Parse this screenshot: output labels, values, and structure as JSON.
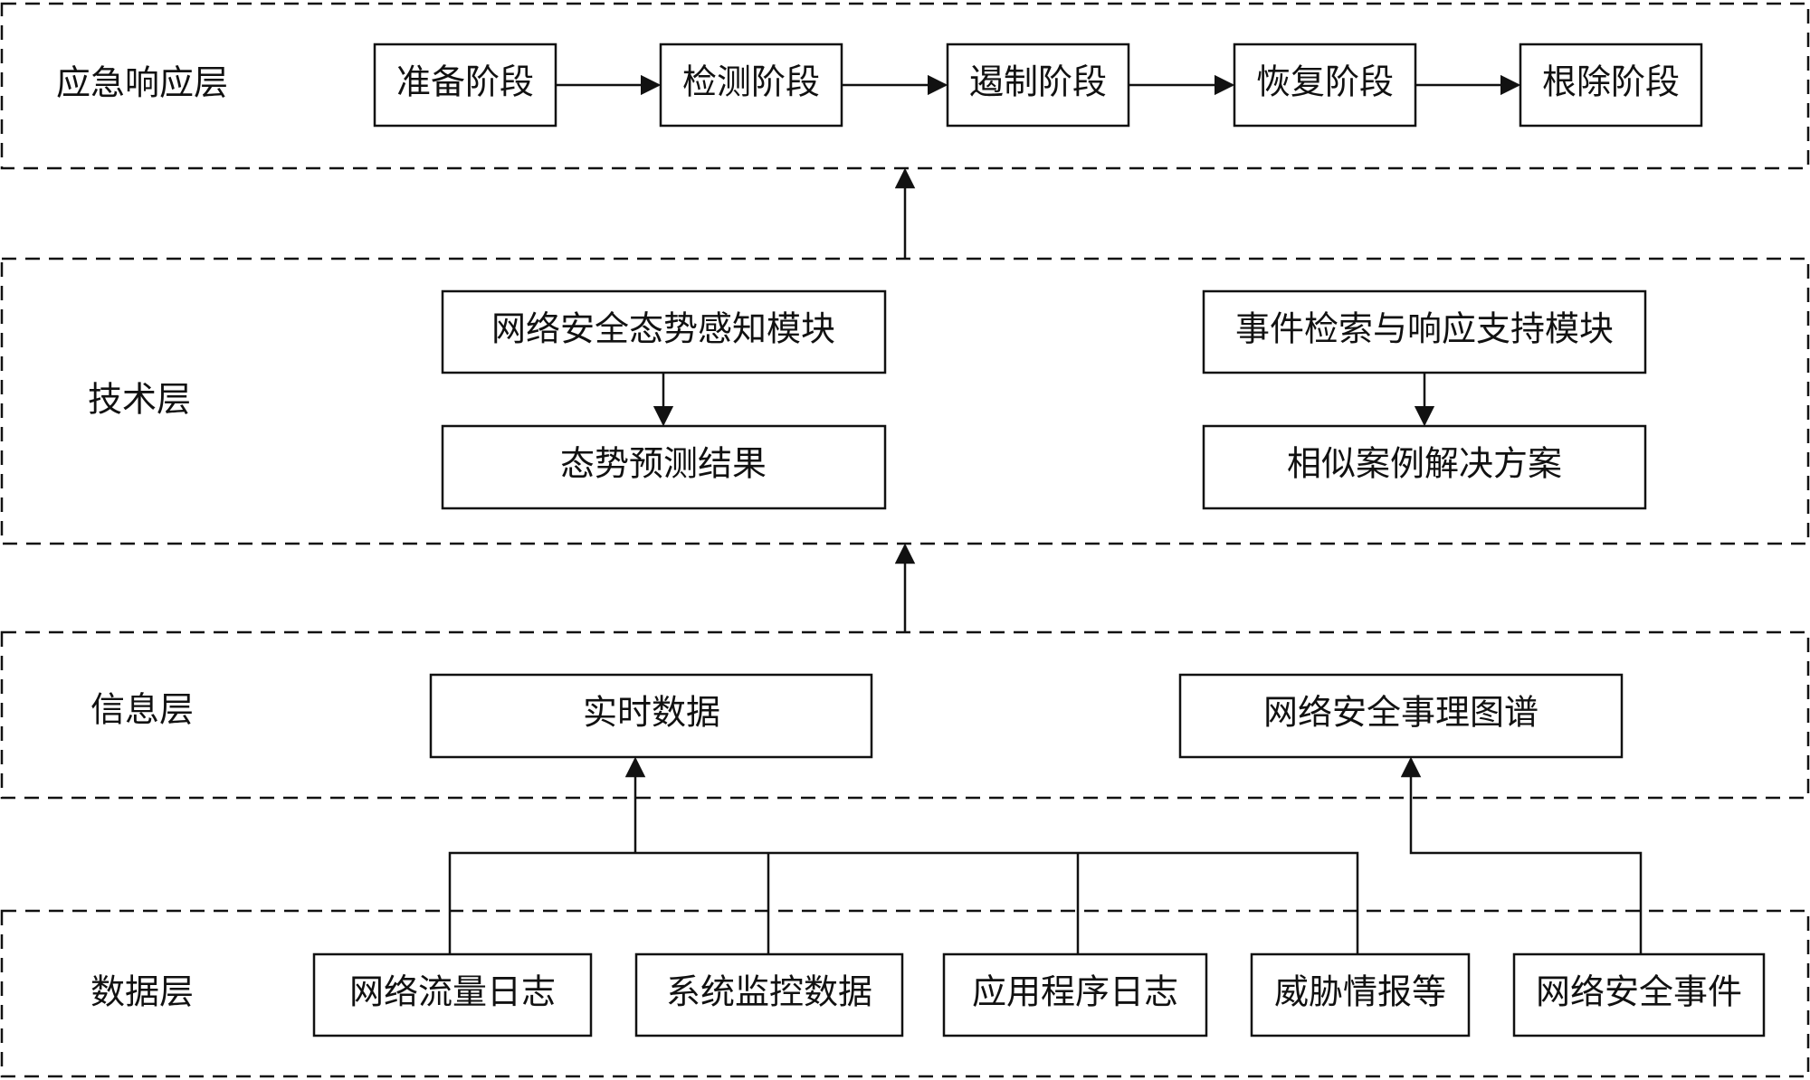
{
  "layers": {
    "response": {
      "label": "应急响应层",
      "stages": [
        "准备阶段",
        "检测阶段",
        "遏制阶段",
        "恢复阶段",
        "根除阶段"
      ]
    },
    "technology": {
      "label": "技术层",
      "left_module": "网络安全态势感知模块",
      "left_result": "态势预测结果",
      "right_module": "事件检索与响应支持模块",
      "right_result": "相似案例解决方案"
    },
    "information": {
      "label": "信息层",
      "realtime": "实时数据",
      "graph": "网络安全事理图谱"
    },
    "data": {
      "label": "数据层",
      "sources": [
        "网络流量日志",
        "系统监控数据",
        "应用程序日志",
        "威胁情报等",
        "网络安全事件"
      ]
    }
  }
}
